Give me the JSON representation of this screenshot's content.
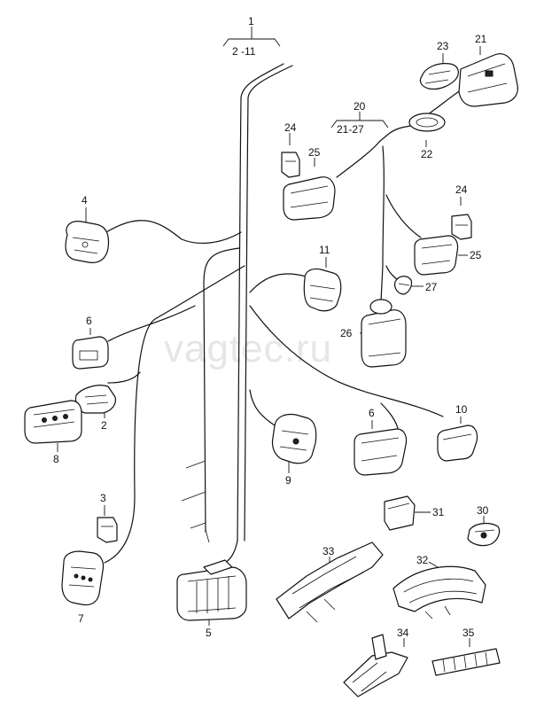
{
  "watermark": "vagtec.ru",
  "callouts": {
    "c1": "1",
    "c1_range": "2 -11",
    "c20": "20",
    "c20_range": "21-27",
    "c2": "2",
    "c3": "3",
    "c4": "4",
    "c5": "5",
    "c6a": "6",
    "c6b": "6",
    "c7": "7",
    "c8": "8",
    "c9": "9",
    "c10": "10",
    "c11": "11",
    "c21": "21",
    "c22": "22",
    "c23": "23",
    "c24a": "24",
    "c24b": "24",
    "c25a": "25",
    "c25b": "25",
    "c26": "26",
    "c27": "27",
    "c30": "30",
    "c31": "31",
    "c32": "32",
    "c33": "33",
    "c34": "34",
    "c35": "35"
  }
}
